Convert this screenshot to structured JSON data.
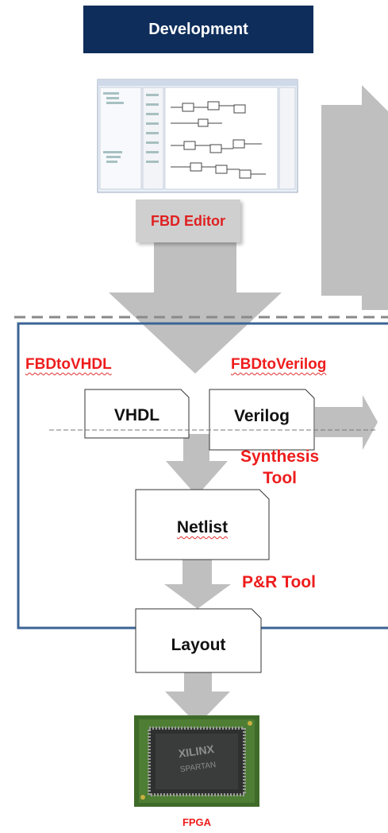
{
  "header": {
    "title": "Development"
  },
  "editor": {
    "label": "FBD Editor"
  },
  "converters": {
    "vhdl": "FBDtoVHDL",
    "verilog": "FBDtoVerilog"
  },
  "docs": {
    "vhdl": "VHDL",
    "verilog": "Verilog",
    "netlist": "Netlist",
    "layout": "Layout"
  },
  "tools": {
    "synthesis_line1": "Synthesis",
    "synthesis_line2": "Tool",
    "pr": "P&R Tool"
  },
  "chip": {
    "label": "FPGA"
  },
  "colors": {
    "header_bg": "#0e2d5b",
    "frame": "#3c6496",
    "arrow": "#bfbfbf",
    "accent_red": "#ee1c1c"
  }
}
